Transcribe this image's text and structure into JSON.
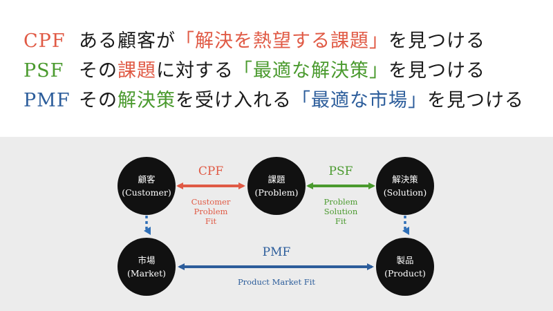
{
  "lines": [
    {
      "abbr": "CPF",
      "parts": [
        {
          "text": "ある顧客が",
          "color": "#1a1a1a"
        },
        {
          "text": "「解決を熱望する課題」",
          "color": "#e05a45"
        },
        {
          "text": "を見つける",
          "color": "#1a1a1a"
        }
      ],
      "abbr_color": "#e05a45"
    },
    {
      "abbr": "PSF",
      "parts": [
        {
          "text": "その",
          "color": "#1a1a1a"
        },
        {
          "text": "課題",
          "color": "#e05a45"
        },
        {
          "text": "に対する",
          "color": "#1a1a1a"
        },
        {
          "text": "「最適な解決策」",
          "color": "#4a9a2e"
        },
        {
          "text": "を見つける",
          "color": "#1a1a1a"
        }
      ],
      "abbr_color": "#4a9a2e"
    },
    {
      "abbr": "PMF",
      "parts": [
        {
          "text": "その",
          "color": "#1a1a1a"
        },
        {
          "text": "解決策",
          "color": "#4a9a2e"
        },
        {
          "text": "を受け入れる",
          "color": "#1a1a1a"
        },
        {
          "text": "「最適な市場」",
          "color": "#2c5d9b"
        },
        {
          "text": "を見つける",
          "color": "#1a1a1a"
        }
      ],
      "abbr_color": "#2c5d9b"
    }
  ],
  "diagram": {
    "nodes": {
      "customer": {
        "jp": "顧客",
        "en": "(Customer)"
      },
      "problem": {
        "jp": "課題",
        "en": "(Problem)"
      },
      "solution": {
        "jp": "解決策",
        "en": "(Solution)"
      },
      "market": {
        "jp": "市場",
        "en": "(Market)"
      },
      "product": {
        "jp": "製品",
        "en": "(Product)"
      }
    },
    "edges": {
      "cpf": {
        "label": "CPF",
        "sub": [
          "Customer",
          "Problem",
          "Fit"
        ],
        "color": "#e05a45"
      },
      "psf": {
        "label": "PSF",
        "sub": [
          "Problem",
          "Solution",
          "Fit"
        ],
        "color": "#4a9a2e"
      },
      "pmf": {
        "label": "PMF",
        "sub": [
          "Product Market Fit"
        ],
        "color": "#2c5d9b"
      }
    },
    "dotted_color": "#2f6fb7",
    "node_color": "#111111"
  }
}
